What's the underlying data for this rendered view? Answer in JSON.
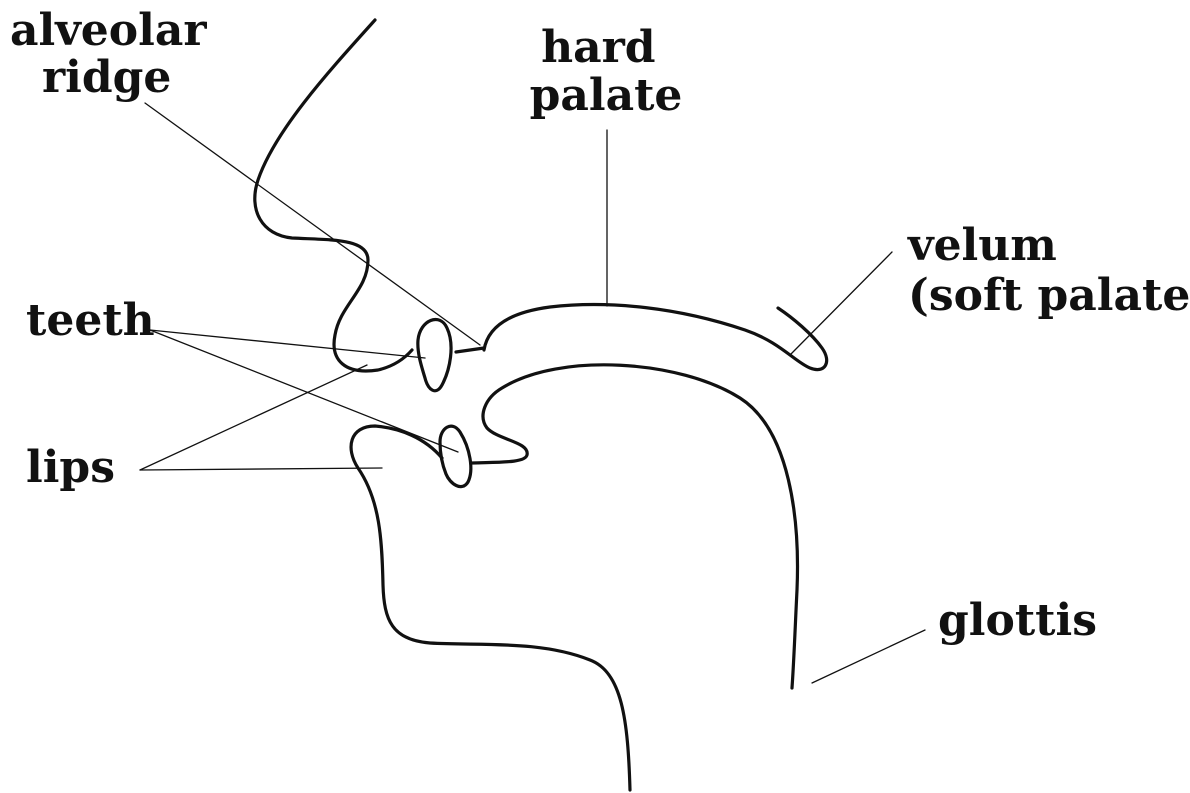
{
  "labels": {
    "alveolar_ridge": [
      "alveolar",
      "ridge"
    ],
    "hard_palate": [
      "hard",
      "palate"
    ],
    "velum": [
      "velum",
      "(soft palate)"
    ],
    "teeth": "teeth",
    "lips": "lips",
    "glottis": "glottis"
  },
  "colors": {
    "ink": "#111111",
    "background": "#ffffff"
  }
}
